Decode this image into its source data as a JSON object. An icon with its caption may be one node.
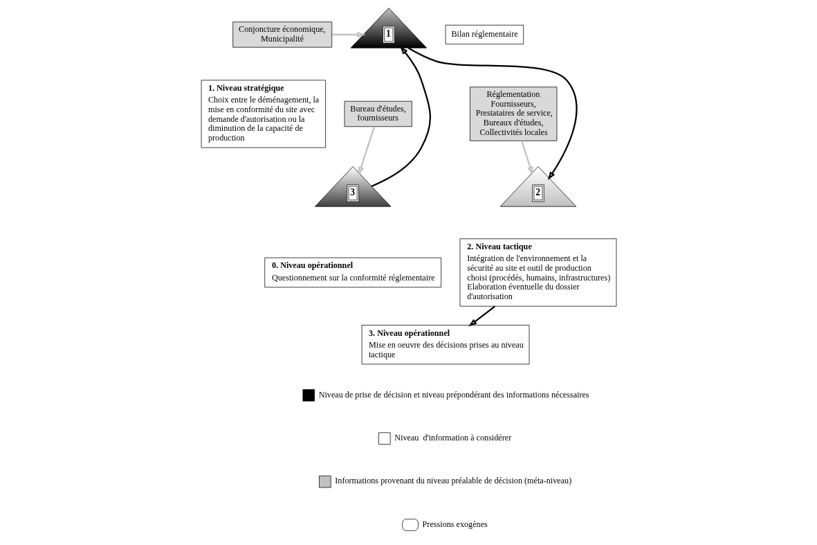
{
  "diagram": {
    "nodes": [
      {
        "text": [
          "1"
        ]
      },
      {
        "text": [
          "1. Niveau stratégique",
          "Choix entre le déménagement, la mise en conformité du site avec demande d'autorisation ou la diminution de la capacité de production"
        ]
      },
      {
        "text": [
          "Conjoncture économique, Municipalité"
        ]
      },
      {
        "text": [
          "Bilan réglementaire"
        ]
      },
      {
        "text": [
          "2"
        ]
      },
      {
        "text": [
          "Réglementation Fournisseurs, Prestataires de service, Bureaux d'études, Collectivités locales"
        ]
      },
      {
        "text": [
          "2. Niveau tactique",
          "Intégration de l'environnement et la sécurité au site et outil de production choisi (procédés, humains, infrastructures) Elaboration éventuelle du dossier d'autorisation"
        ]
      },
      {
        "text": [
          "3"
        ]
      },
      {
        "text": [
          "Bureau d'études, fournisseurs"
        ]
      },
      {
        "text": [
          "0. Niveau opérationnel",
          "Questionnement sur la conformité réglementaire"
        ]
      },
      {
        "text": [
          "3. Niveau opérationnel",
          "Mise en oeuvre des décisions prises au niveau tactique"
        ]
      }
    ],
    "edges": [
      {
        "from": 2,
        "to": 0,
        "arrow": "to",
        "color": "#c0c0c0"
      },
      {
        "from": 0,
        "to": 4,
        "arrow": "to",
        "color": "#000000"
      },
      {
        "from": 5,
        "to": 4,
        "arrow": "to",
        "color": "#c0c0c0"
      },
      {
        "from": 6,
        "to": 10,
        "arrow": "to",
        "color": "#000000"
      },
      {
        "from": 7,
        "to": 0,
        "arrow": "to",
        "color": "#000000"
      },
      {
        "from": 8,
        "to": 7,
        "arrow": "to",
        "color": "#c0c0c0"
      }
    ],
    "legend": [
      {
        "text": "Niveau de prise de décision et niveau prépondérant des informations nécessaires",
        "color": "#000000"
      },
      {
        "text": "Niveau  d'information à considérer",
        "color": "#ffffff"
      },
      {
        "text": "Informations provenant du niveau préalable de décision (méta-niveau)",
        "color": "#c0c0c0"
      },
      {
        "text": "Pressions exogènes"
      }
    ]
  }
}
